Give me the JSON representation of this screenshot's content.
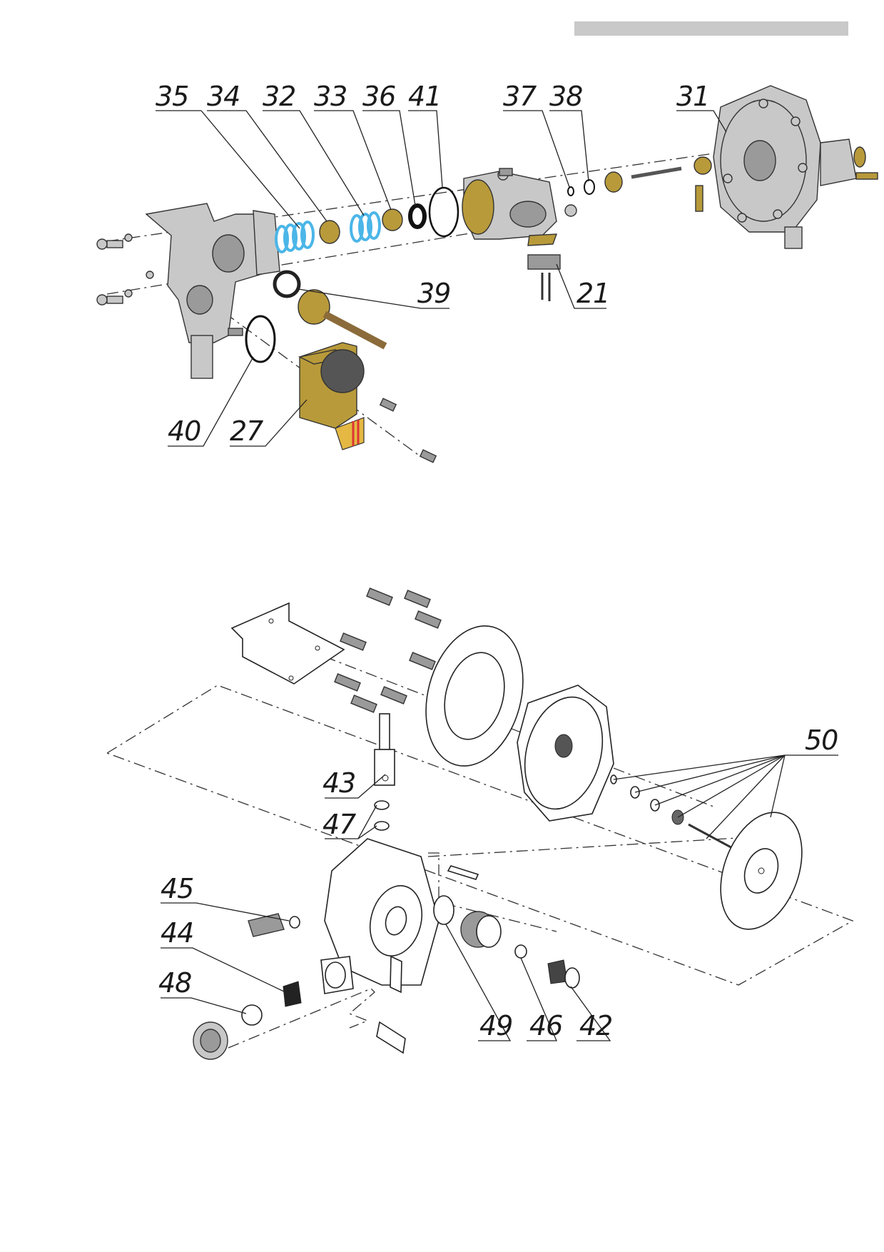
{
  "diagram": {
    "top_callouts": [
      "35",
      "34",
      "32",
      "33",
      "36",
      "41",
      "37",
      "38",
      "31",
      "39",
      "21",
      "40",
      "27"
    ],
    "bottom_callouts": [
      "50",
      "43",
      "47",
      "45",
      "44",
      "48",
      "49",
      "46",
      "42"
    ]
  },
  "colors": {
    "header_bar": "#c9c9c9",
    "spring": "#4bb6e8",
    "brass": "#b89a3a",
    "metal": "#c8c8c8"
  }
}
